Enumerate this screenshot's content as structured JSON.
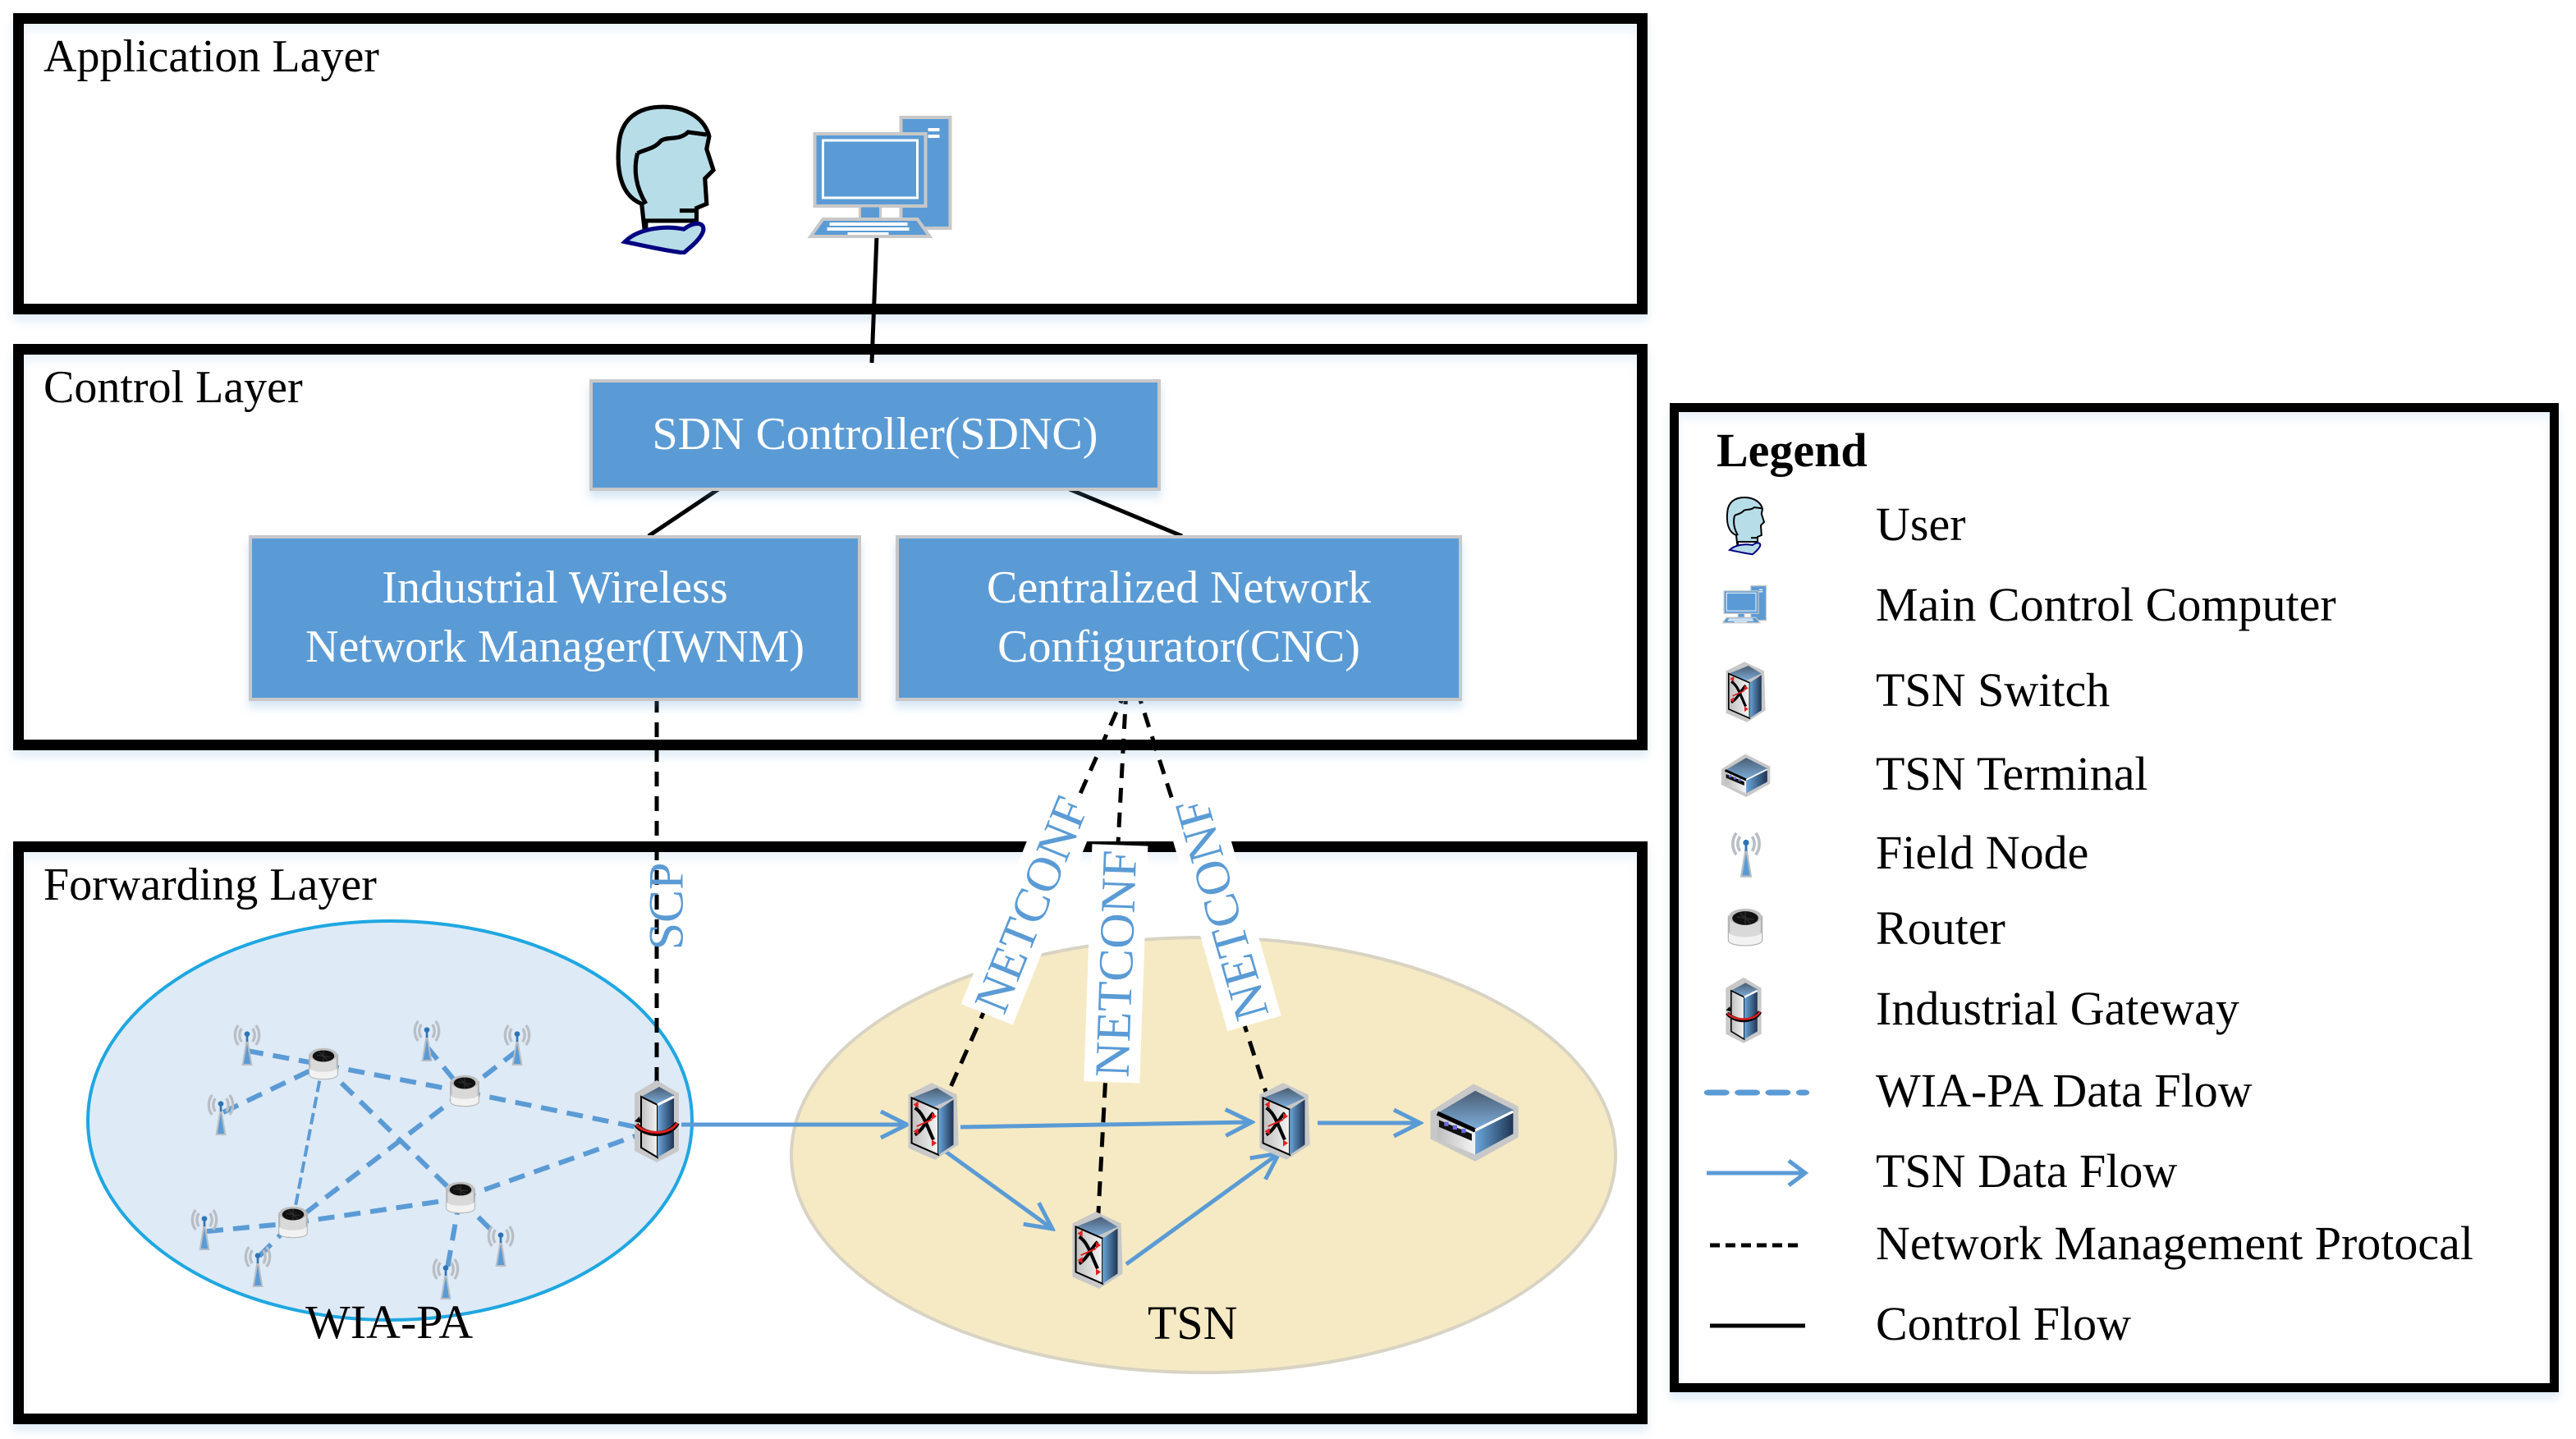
{
  "layers": {
    "application": {
      "title": "Application Layer"
    },
    "control": {
      "title": "Control Layer"
    },
    "forwarding": {
      "title": "Forwarding Layer"
    }
  },
  "control_nodes": {
    "sdnc": {
      "label": "SDN Controller(SDNC)"
    },
    "iwnm": {
      "line1": "Industrial Wireless",
      "line2": "Network Manager(IWNM)"
    },
    "cnc": {
      "line1": "Centralized Network",
      "line2": "Configurator(CNC)"
    }
  },
  "application_nodes": {
    "user": {
      "icon": "user-icon"
    },
    "computer": {
      "icon": "main-control-computer-icon"
    }
  },
  "protocol_labels": {
    "scp": "SCP",
    "netconf_left": "NETCONF",
    "netconf_middle": "NETCONF",
    "netconf_right": "NETCONF"
  },
  "networks": {
    "wia_pa": {
      "label": "WIA-PA",
      "routers": 4,
      "field_nodes": 8,
      "gateways": 1
    },
    "tsn": {
      "label": "TSN",
      "switches": 3,
      "terminals": 1
    }
  },
  "legend": {
    "title": "Legend",
    "items": [
      {
        "label": "User",
        "icon": "user-icon"
      },
      {
        "label": "Main Control Computer",
        "icon": "computer-icon"
      },
      {
        "label": "TSN Switch",
        "icon": "tsn-switch-icon"
      },
      {
        "label": "TSN Terminal",
        "icon": "tsn-terminal-icon"
      },
      {
        "label": "Field Node",
        "icon": "field-node-icon"
      },
      {
        "label": "Router",
        "icon": "router-icon"
      },
      {
        "label": "Industrial Gateway",
        "icon": "industrial-gateway-icon"
      },
      {
        "label": "WIA-PA Data Flow",
        "icon": "blue-dashed-line-icon"
      },
      {
        "label": "TSN Data Flow",
        "icon": "blue-arrow-icon"
      },
      {
        "label": "Network Management Protocal",
        "icon": "black-dashed-line-icon"
      },
      {
        "label": "Control Flow",
        "icon": "black-solid-line-icon"
      }
    ]
  },
  "colors": {
    "box_fill": "#5b9bd5",
    "box_border": "#c8c8c8",
    "wia_pa_fill": "#deeaf6",
    "wia_pa_stroke": "#1fa7e1",
    "tsn_fill": "#f6eac4",
    "flow_blue": "#5b9bd5",
    "user_face": "#b7dde8",
    "user_collar": "#000080"
  }
}
